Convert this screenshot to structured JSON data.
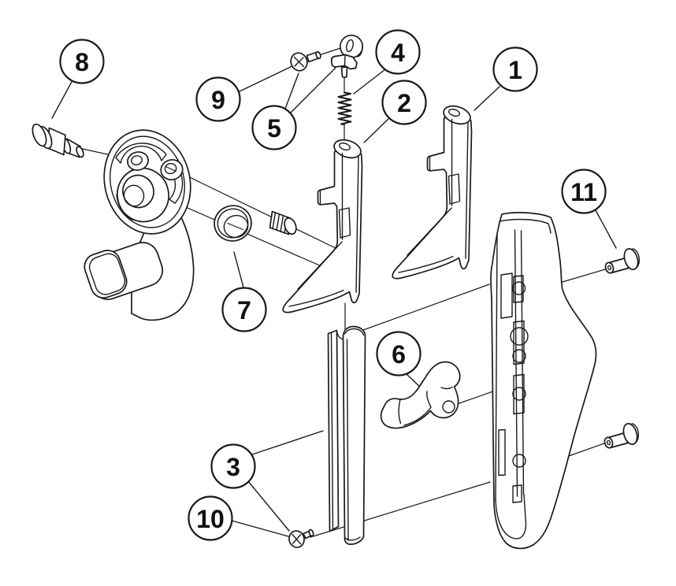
{
  "figure": {
    "background_color": "#ffffff",
    "line_color": "#1a1a1a"
  },
  "callouts": [
    {
      "label": "1"
    },
    {
      "label": "2"
    },
    {
      "label": "3"
    },
    {
      "label": "4"
    },
    {
      "label": "5"
    },
    {
      "label": "6"
    },
    {
      "label": "7"
    },
    {
      "label": "8"
    },
    {
      "label": "9"
    },
    {
      "label": "10"
    },
    {
      "label": "11"
    }
  ]
}
